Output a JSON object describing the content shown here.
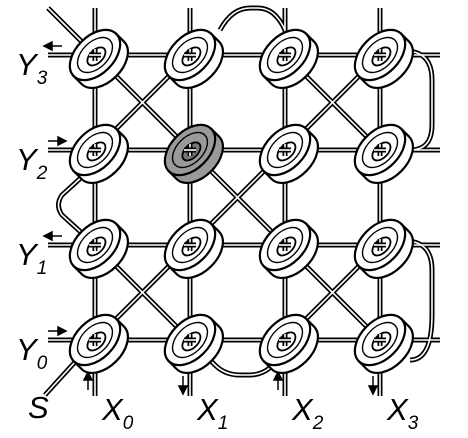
{
  "figure": {
    "background": "#ffffff",
    "line_color": "#000000",
    "core_fill": "#ffffff",
    "selected_core_fill": "#9a9a9a",
    "x_labels": [
      {
        "main": "X",
        "sub": "0"
      },
      {
        "main": "X",
        "sub": "1"
      },
      {
        "main": "X",
        "sub": "2"
      },
      {
        "main": "X",
        "sub": "3"
      }
    ],
    "y_labels": [
      {
        "main": "Y",
        "sub": "3"
      },
      {
        "main": "Y",
        "sub": "2"
      },
      {
        "main": "Y",
        "sub": "1"
      },
      {
        "main": "Y",
        "sub": "0"
      }
    ],
    "s_label": "S",
    "grid": {
      "rows": 4,
      "cols": 4
    },
    "selected_core": {
      "row": "Y2",
      "col": "X1"
    }
  }
}
